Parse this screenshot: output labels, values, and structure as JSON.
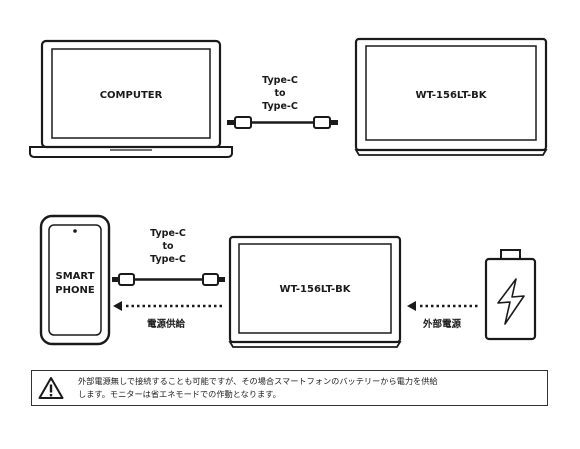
{
  "top_row": {
    "computer_label": "COMPUTER",
    "cable_label": [
      "Type-C",
      "to",
      "Type-C"
    ],
    "monitor_label": "WT-156LT-BK"
  },
  "bottom_row": {
    "phone_label": [
      "SMART",
      "PHONE"
    ],
    "cable_label": [
      "Type-C",
      "to",
      "Type-C"
    ],
    "monitor_label": "WT-156LT-BK",
    "power_supply_label": "電源供給",
    "external_power_label": "外部電源"
  },
  "note": {
    "icon": "warning-icon",
    "lines": [
      "外部電源無しで接続することも可能ですが、その場合スマートフォンのバッテリーから電力を供給",
      "します。モニターは省エネモードでの作動となります。"
    ]
  }
}
